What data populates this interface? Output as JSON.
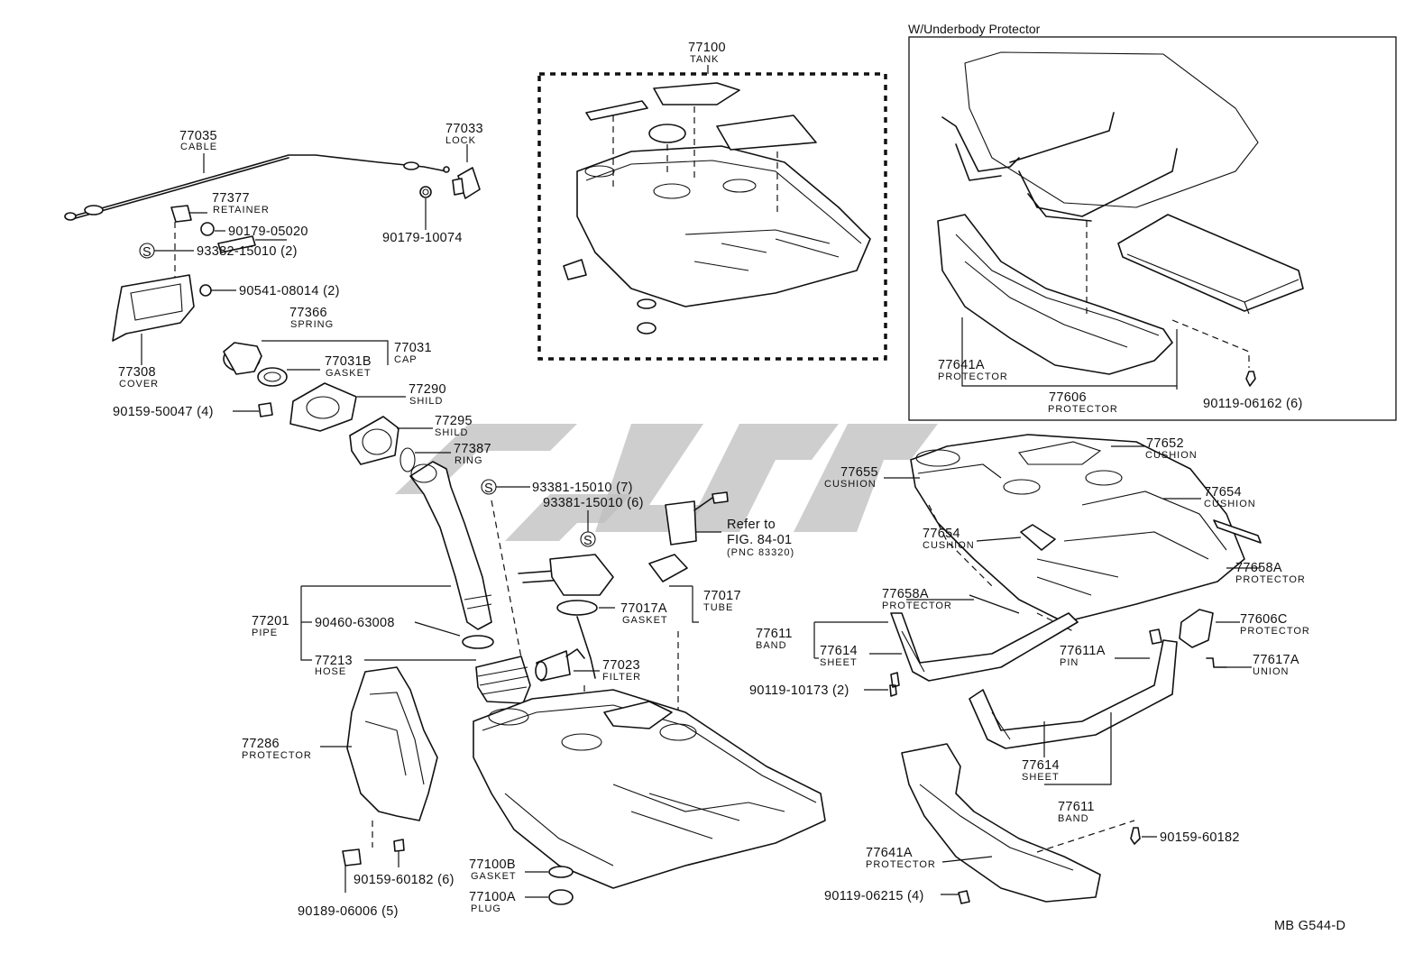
{
  "inset": {
    "title": "W/Underbody Protector"
  },
  "footer": {
    "code": "MB G544-D"
  },
  "refer": {
    "line1": "Refer to",
    "line2": "FIG. 84-01",
    "line3": "(PNC 83320)"
  },
  "parts": [
    {
      "pn": "77035",
      "name": "CABLE"
    },
    {
      "pn": "77033",
      "name": "LOCK"
    },
    {
      "pn": "77377",
      "name": "RETAINER"
    },
    {
      "pn": "90179-05020"
    },
    {
      "pn": "90179-10074"
    },
    {
      "pn": "93382-15010 (2)"
    },
    {
      "pn": "90541-08014 (2)"
    },
    {
      "pn": "77366",
      "name": "SPRING"
    },
    {
      "pn": "77308",
      "name": "COVER"
    },
    {
      "pn": "77031B",
      "name": "GASKET"
    },
    {
      "pn": "77031",
      "name": "CAP"
    },
    {
      "pn": "77290",
      "name": "SHILD"
    },
    {
      "pn": "90159-50047 (4)"
    },
    {
      "pn": "77295",
      "name": "SHILD"
    },
    {
      "pn": "77387",
      "name": "RING"
    },
    {
      "pn": "93381-15010 (7)"
    },
    {
      "pn": "93381-15010 (6)"
    },
    {
      "pn": "77017A",
      "name": "GASKET"
    },
    {
      "pn": "77017",
      "name": "TUBE"
    },
    {
      "pn": "77201",
      "name": "PIPE"
    },
    {
      "pn": "90460-63008"
    },
    {
      "pn": "77213",
      "name": "HOSE"
    },
    {
      "pn": "77023",
      "name": "FILTER"
    },
    {
      "pn": "77286",
      "name": "PROTECTOR"
    },
    {
      "pn": "90159-60182 (6)"
    },
    {
      "pn": "90189-06006 (5)"
    },
    {
      "pn": "77100B",
      "name": "GASKET"
    },
    {
      "pn": "77100A",
      "name": "PLUG"
    },
    {
      "pn": "77100",
      "name": "TANK"
    },
    {
      "pn": "77641A",
      "name": "PROTECTOR"
    },
    {
      "pn": "77606",
      "name": "PROTECTOR"
    },
    {
      "pn": "90119-06162 (6)"
    },
    {
      "pn": "77652",
      "name": "CUSHION"
    },
    {
      "pn": "77655",
      "name": "CUSHION"
    },
    {
      "pn": "77654",
      "name": "CUSHION"
    },
    {
      "pn": "77654",
      "name": "CUSHION"
    },
    {
      "pn": "77658A",
      "name": "PROTECTOR"
    },
    {
      "pn": "77658A",
      "name": "PROTECTOR"
    },
    {
      "pn": "77611",
      "name": "BAND"
    },
    {
      "pn": "77614",
      "name": "SHEET"
    },
    {
      "pn": "77606C",
      "name": "PROTECTOR"
    },
    {
      "pn": "77611A",
      "name": "PIN"
    },
    {
      "pn": "77617A",
      "name": "UNION"
    },
    {
      "pn": "90119-10173 (2)"
    },
    {
      "pn": "77614",
      "name": "SHEET"
    },
    {
      "pn": "77611",
      "name": "BAND"
    },
    {
      "pn": "90159-60182"
    },
    {
      "pn": "77641A",
      "name": "PROTECTOR"
    },
    {
      "pn": "90119-06215 (4)"
    }
  ],
  "symbols": {
    "s": "S"
  }
}
